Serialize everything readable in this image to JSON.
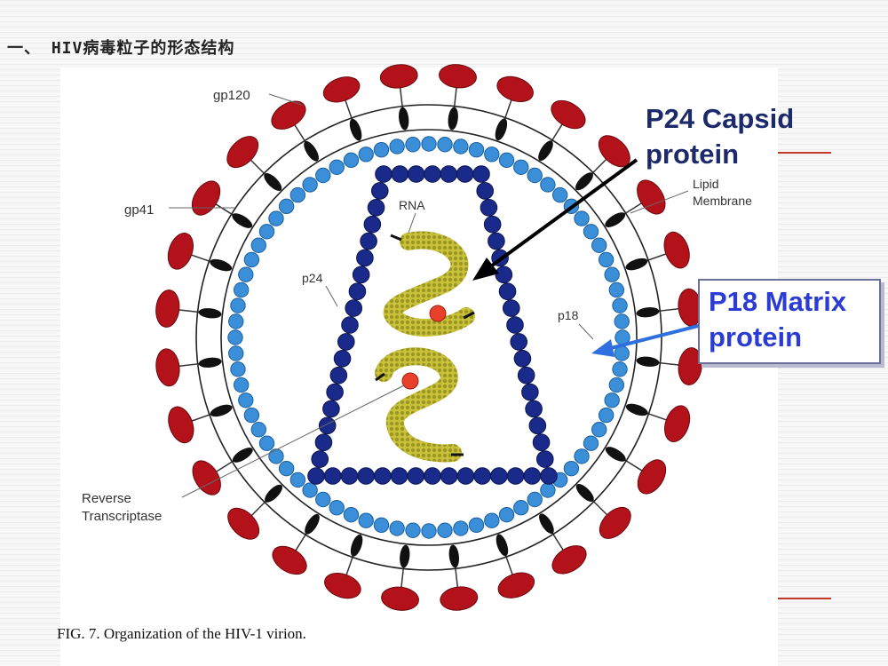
{
  "slide_title": "一、 HIV病毒粒子的形态结构",
  "caption": "FIG. 7. Organization of the HIV-1 virion.",
  "labels": {
    "gp120": "gp120",
    "gp41": "gp41",
    "rna": "RNA",
    "p24": "p24",
    "p18": "p18",
    "lipid_line1": "Lipid",
    "lipid_line2": "Membrane",
    "rt_line1": "Reverse",
    "rt_line2": "Transcriptase"
  },
  "callouts": {
    "p24_line1": "P24 Capsid",
    "p24_line2": "protein",
    "p18_line1": "P18 Matrix",
    "p18_line2": "protein"
  },
  "colors": {
    "spike_head": "#b3121b",
    "spike_stem": "#111111",
    "matrix_bead": "#3a8fd8",
    "capsid_bead": "#1a2a8a",
    "rna_coil": "#bdb72a",
    "rt_dot": "#e8402a",
    "callout_p24": "#1c2a6b",
    "callout_p18": "#2b3bd6",
    "accent_line": "#c0392b"
  }
}
